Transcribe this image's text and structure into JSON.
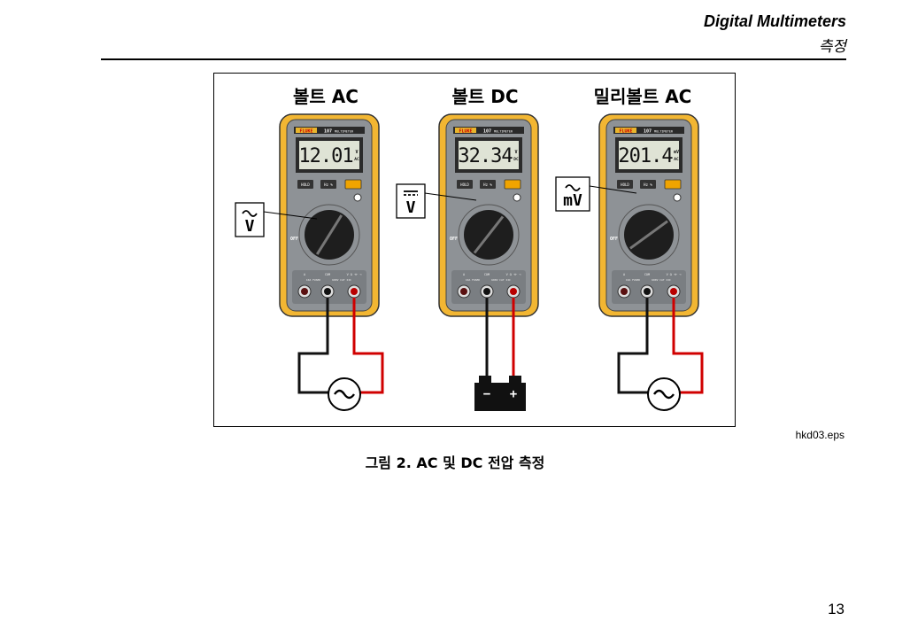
{
  "header": {
    "title": "Digital Multimeters",
    "subtitle": "측정"
  },
  "figure": {
    "file_ref": "hkd03.eps",
    "caption": "그림 2. AC 및 DC 전압 측정",
    "meters": [
      {
        "label": "볼트 AC",
        "reading": "12.01",
        "unit_top": "V",
        "unit_bot": "AC",
        "callout": "V",
        "callout_mark": "~",
        "source": "ac"
      },
      {
        "label": "볼트 DC",
        "reading": "32.34",
        "unit_top": "V",
        "unit_bot": "DC",
        "callout": "V",
        "callout_mark": "=",
        "source": "battery"
      },
      {
        "label": "밀리볼트 AC",
        "reading": "201.4",
        "unit_top": "mV",
        "unit_bot": "AC",
        "callout": "mV",
        "callout_mark": "~",
        "source": "ac"
      }
    ],
    "meter_text": {
      "brand": "FLUKE",
      "model": "107",
      "model_sub": "MULTIMETER",
      "hold_button": "HOLD",
      "hz_button": "Hz %",
      "off_label": "OFF",
      "jack_labels": [
        "A",
        "COM",
        "V Ω ⊣⊢ ⊸"
      ],
      "jack_sub": [
        "10A FUSED",
        "600V CAT III"
      ]
    },
    "battery_labels": {
      "minus": "−",
      "plus": "+"
    }
  },
  "page_number": "13"
}
